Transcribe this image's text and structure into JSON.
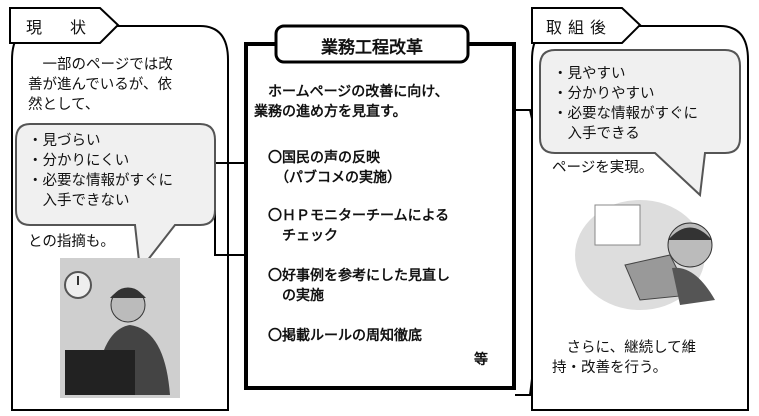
{
  "current": {
    "tag": "現　状",
    "intro": "　一部のページでは改\n善が進んでいるが、依\n然として、",
    "bubble": "・見づらい\n・分かりにくい\n・必要な情報がすぐに\n　入手できない",
    "outro": "との指摘も。"
  },
  "center": {
    "title": "業務工程改革",
    "lead": "　ホームページの改善に向け、\n業務の進め方を見直す。",
    "items": [
      "〇国民の声の反映\n　（パブコメの実施）",
      "〇ＨＰモニターチームによる\n　チェック",
      "〇好事例を参考にした見直し\n　の実施",
      "〇掲載ルールの周知徹底"
    ],
    "etc": "等"
  },
  "after": {
    "tag": "取組後",
    "bubble": "・見やすい\n・分かりやすい\n・必要な情報がすぐに\n　入手できる",
    "realize": "ページを実現。",
    "outro": "　さらに、継続して維\n持・改善を行う。"
  }
}
